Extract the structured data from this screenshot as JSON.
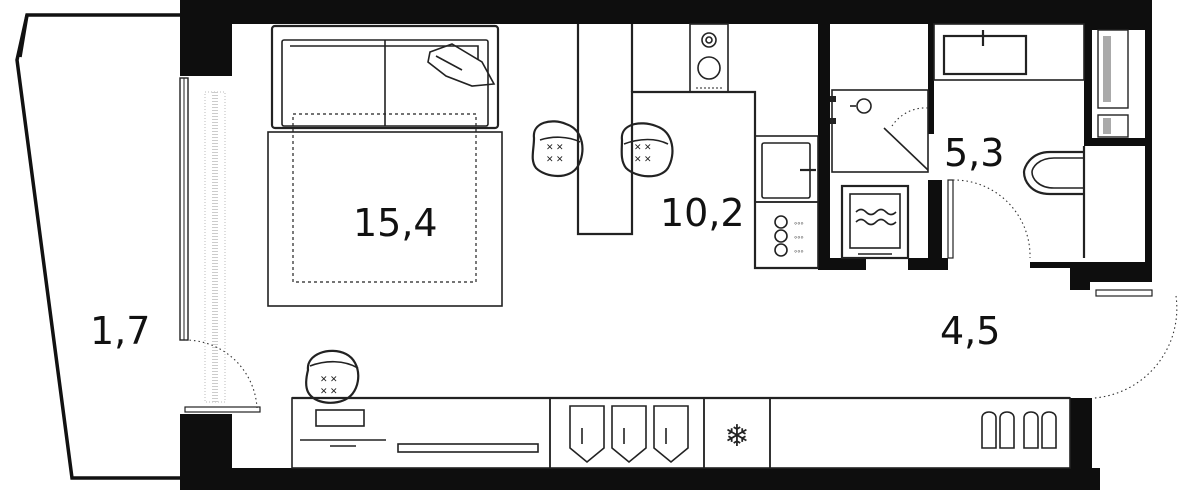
{
  "rooms": [
    {
      "id": "balcony",
      "area": "1,7"
    },
    {
      "id": "living",
      "area": "15,4"
    },
    {
      "id": "kitchen",
      "area": "10,2"
    },
    {
      "id": "bathroom",
      "area": "5,3"
    },
    {
      "id": "hall",
      "area": "4,5"
    }
  ],
  "colors": {
    "wall": "#0e0e0e",
    "line": "#222222",
    "background": "#ffffff"
  },
  "icons": [
    "sofa-icon",
    "rug-icon",
    "armchair-icon",
    "bar-stool-icon",
    "stove-icon",
    "sink-icon",
    "dishwasher-icon",
    "washing-machine-icon",
    "shower-icon",
    "toilet-icon",
    "washbasin-icon",
    "desk-icon",
    "wardrobe-icon",
    "freezer-icon",
    "shoes-icon",
    "door-icon",
    "window-icon"
  ]
}
